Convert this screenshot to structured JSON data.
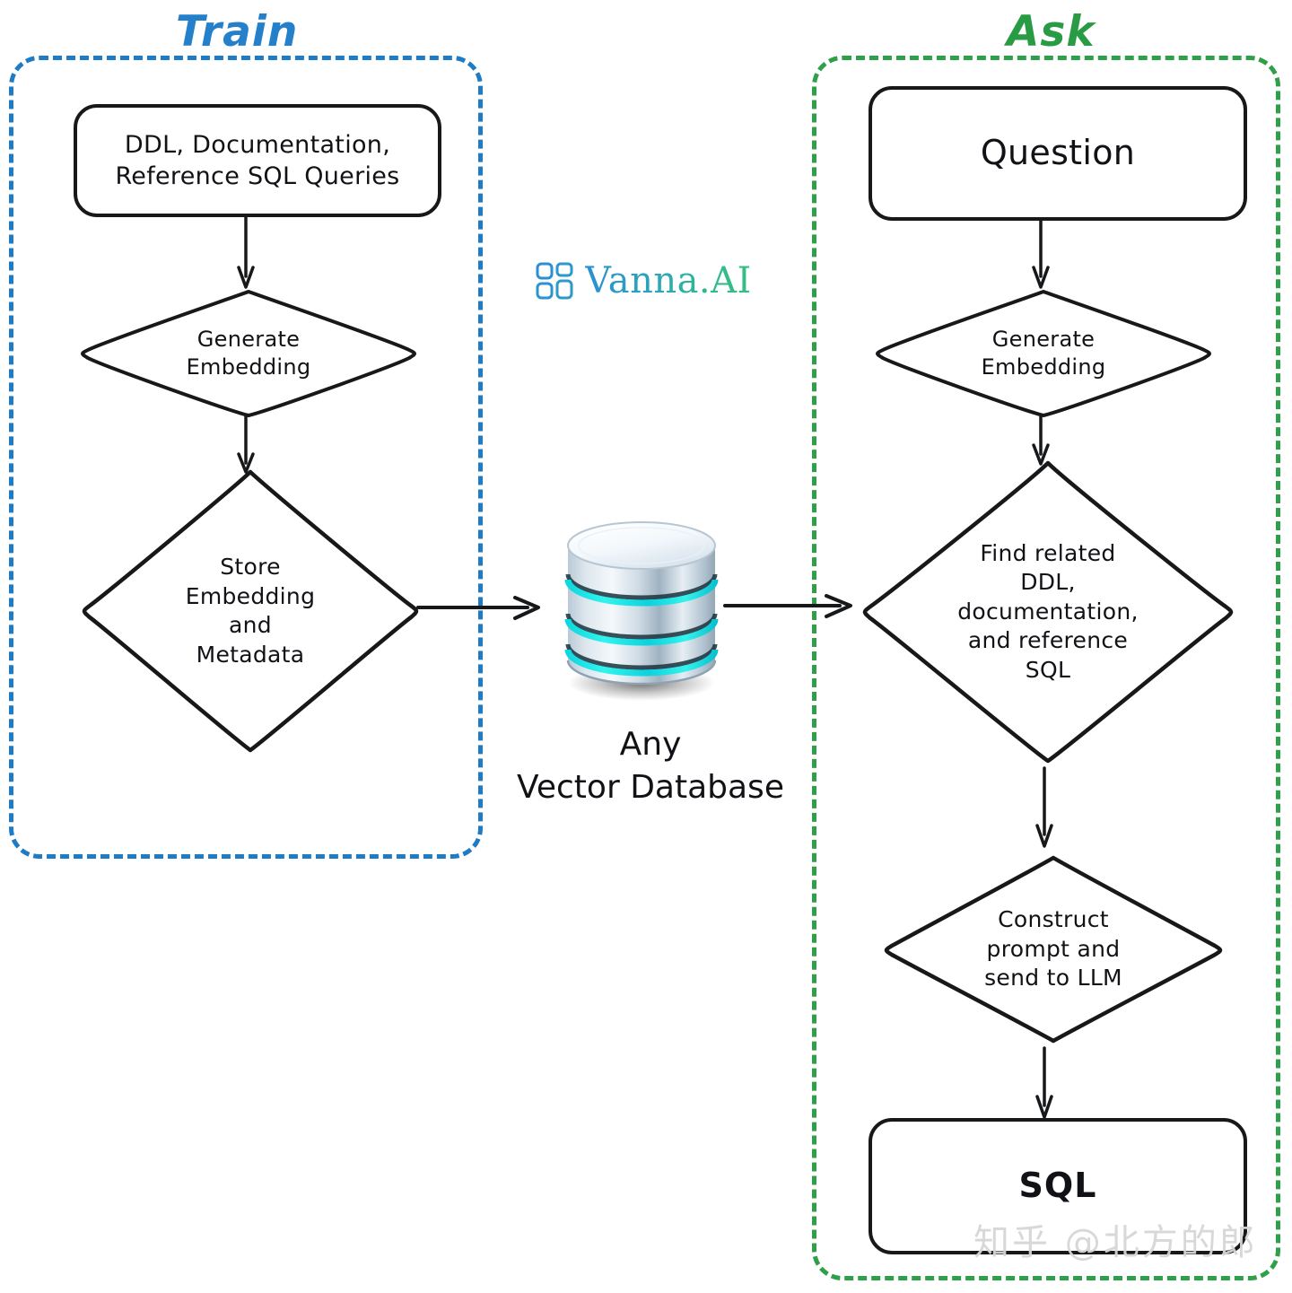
{
  "groups": {
    "train": {
      "label": "Train",
      "color": "#2480ca"
    },
    "ask": {
      "label": "Ask",
      "color": "#2a9b45"
    }
  },
  "train_flow": {
    "input_box": "DDL, Documentation,\nReference SQL Queries",
    "generate_embedding": "Generate\nEmbedding",
    "store": "Store\nEmbedding\nand\nMetadata"
  },
  "ask_flow": {
    "question": "Question",
    "generate_embedding": "Generate\nEmbedding",
    "find_related": "Find related\nDDL,\ndocumentation,\nand reference\nSQL",
    "construct_prompt": "Construct\nprompt and\nsend to LLM",
    "sql": "SQL"
  },
  "database": {
    "caption": "Any\nVector Database",
    "icon": "database-cylinder-icon",
    "band_color": "#19e3e3",
    "body_color": "#c9d6e0"
  },
  "brand": {
    "wordmark": "Vanna.AI",
    "mark": "grid-2x2-icon",
    "gradient_start": "#2b8fd4",
    "gradient_end": "#35bf84"
  },
  "watermark": {
    "text": "知乎 @北方的郎"
  },
  "connectors": [
    {
      "name": "ddl-to-generate-embedding",
      "direction": "down"
    },
    {
      "name": "generate-embedding-to-store",
      "direction": "down"
    },
    {
      "name": "store-to-database",
      "direction": "right"
    },
    {
      "name": "database-to-find-related",
      "direction": "right"
    },
    {
      "name": "question-to-generate-embedding",
      "direction": "down"
    },
    {
      "name": "generate-embedding-to-find-related",
      "direction": "down"
    },
    {
      "name": "find-related-to-construct-prompt",
      "direction": "down"
    },
    {
      "name": "construct-prompt-to-sql",
      "direction": "down"
    }
  ]
}
